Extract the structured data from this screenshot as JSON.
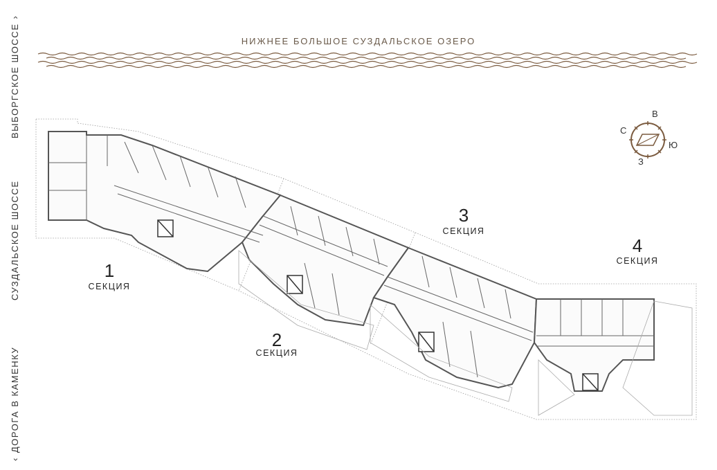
{
  "lake": {
    "title": "НИЖНЕЕ БОЛЬШОЕ СУЗДАЛЬСКОЕ ОЗЕРО"
  },
  "roads": {
    "vyborg": "ВЫБОРГСКОЕ ШОССЕ",
    "suzdal": "СУЗДАЛЬСКОЕ ШОССЕ",
    "kamenka": "ДОРОГА В КАМЕНКУ"
  },
  "sections": [
    {
      "number": "1",
      "word": "СЕКЦИЯ"
    },
    {
      "number": "2",
      "word": "СЕКЦИЯ"
    },
    {
      "number": "3",
      "word": "СЕКЦИЯ"
    },
    {
      "number": "4",
      "word": "СЕКЦИЯ"
    }
  ],
  "compass": {
    "north": "С",
    "east": "В",
    "south": "Ю",
    "west": "З"
  },
  "colors": {
    "accent": "#7a5a3e",
    "wall": "#555555",
    "dotted": "#9a9a9a"
  }
}
